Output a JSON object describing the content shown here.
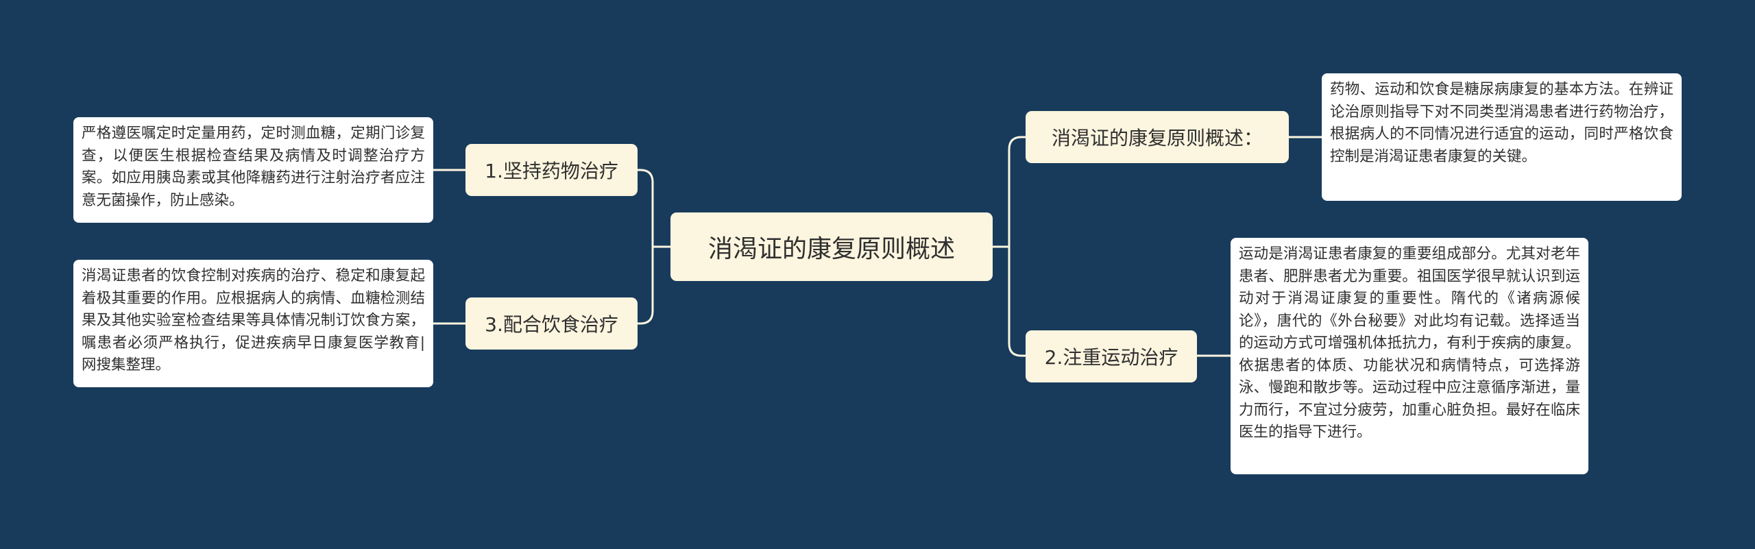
{
  "mindmap": {
    "root": {
      "label": "消渴证的康复原则概述"
    },
    "right": [
      {
        "label": "消渴证的康复原则概述：",
        "detail": "药物、运动和饮食是糖尿病康复的基本方法。在辨证论治原则指导下对不同类型消渴患者进行药物治疗，根据病人的不同情况进行适宜的运动，同时严格饮食控制是消渴证患者康复的关键。"
      },
      {
        "label": "2.注重运动治疗",
        "detail": "运动是消渴证患者康复的重要组成部分。尤其对老年患者、肥胖患者尤为重要。祖国医学很早就认识到运动对于消渴证康复的重要性。隋代的《诸病源候论》，唐代的《外台秘要》对此均有记载。选择适当的运动方式可增强机体抵抗力，有利于疾病的康复。依据患者的体质、功能状况和病情特点，可选择游泳、慢跑和散步等。运动过程中应注意循序渐进，量力而行，不宜过分疲劳，加重心脏负担。最好在临床医生的指导下进行。"
      }
    ],
    "left": [
      {
        "label": "1.坚持药物治疗",
        "detail": "严格遵医嘱定时定量用药，定时测血糖，定期门诊复查，以便医生根据检查结果及病情及时调整治疗方案。如应用胰岛素或其他降糖药进行注射治疗者应注意无菌操作，防止感染。"
      },
      {
        "label": "3.配合饮食治疗",
        "detail": "消渴证患者的饮食控制对疾病的治疗、稳定和康复起着极其重要的作用。应根据病人的病情、血糖检测结果及其他实验室检查结果等具体情况制订饮食方案，嘱患者必须严格执行，促进疾病早日康复医学教育|网搜集整理。"
      }
    ]
  },
  "colors": {
    "background": "#183b5c",
    "branch_fill": "#fcf5df",
    "leaf_fill": "#ffffff",
    "connector": "#fcf5df",
    "text": "#2f2f2f"
  }
}
